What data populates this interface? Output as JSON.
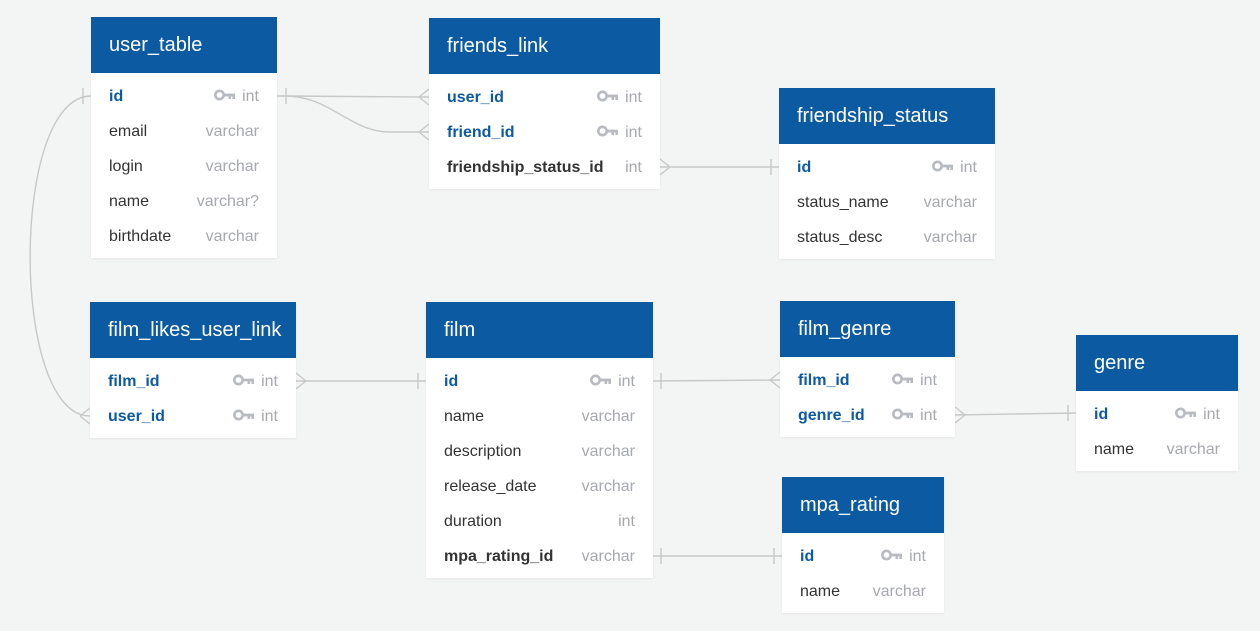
{
  "tables": {
    "user_table": {
      "title": "user_table",
      "columns": [
        {
          "name": "id",
          "type": "int",
          "pk": true
        },
        {
          "name": "email",
          "type": "varchar"
        },
        {
          "name": "login",
          "type": "varchar"
        },
        {
          "name": "name",
          "type": "varchar?"
        },
        {
          "name": "birthdate",
          "type": "varchar"
        }
      ]
    },
    "friends_link": {
      "title": "friends_link",
      "columns": [
        {
          "name": "user_id",
          "type": "int",
          "pk": true
        },
        {
          "name": "friend_id",
          "type": "int",
          "pk": true
        },
        {
          "name": "friendship_status_id",
          "type": "int",
          "fk": true
        }
      ]
    },
    "friendship_status": {
      "title": "friendship_status",
      "columns": [
        {
          "name": "id",
          "type": "int",
          "pk": true
        },
        {
          "name": "status_name",
          "type": "varchar"
        },
        {
          "name": "status_desc",
          "type": "varchar"
        }
      ]
    },
    "film_likes_user_link": {
      "title": "film_likes_user_link",
      "columns": [
        {
          "name": "film_id",
          "type": "int",
          "pk": true
        },
        {
          "name": "user_id",
          "type": "int",
          "pk": true
        }
      ]
    },
    "film": {
      "title": "film",
      "columns": [
        {
          "name": "id",
          "type": "int",
          "pk": true
        },
        {
          "name": "name",
          "type": "varchar"
        },
        {
          "name": "description",
          "type": "varchar"
        },
        {
          "name": "release_date",
          "type": "varchar"
        },
        {
          "name": "duration",
          "type": "int"
        },
        {
          "name": "mpa_rating_id",
          "type": "varchar",
          "fk": true
        }
      ]
    },
    "film_genre": {
      "title": "film_genre",
      "columns": [
        {
          "name": "film_id",
          "type": "int",
          "pk": true
        },
        {
          "name": "genre_id",
          "type": "int",
          "pk": true
        }
      ]
    },
    "genre": {
      "title": "genre",
      "columns": [
        {
          "name": "id",
          "type": "int",
          "pk": true
        },
        {
          "name": "name",
          "type": "varchar"
        }
      ]
    },
    "mpa_rating": {
      "title": "mpa_rating",
      "columns": [
        {
          "name": "id",
          "type": "int",
          "pk": true
        },
        {
          "name": "name",
          "type": "varchar"
        }
      ]
    }
  },
  "colors": {
    "header_bg": "#0b5aa2",
    "header_text": "#ffffff",
    "key_text": "#0b5aa2",
    "type_text": "#a6a9ad",
    "link_line": "#c8c8c8",
    "canvas_bg": "#f3f4f4"
  },
  "icons": {
    "primary_key": "key-icon"
  }
}
